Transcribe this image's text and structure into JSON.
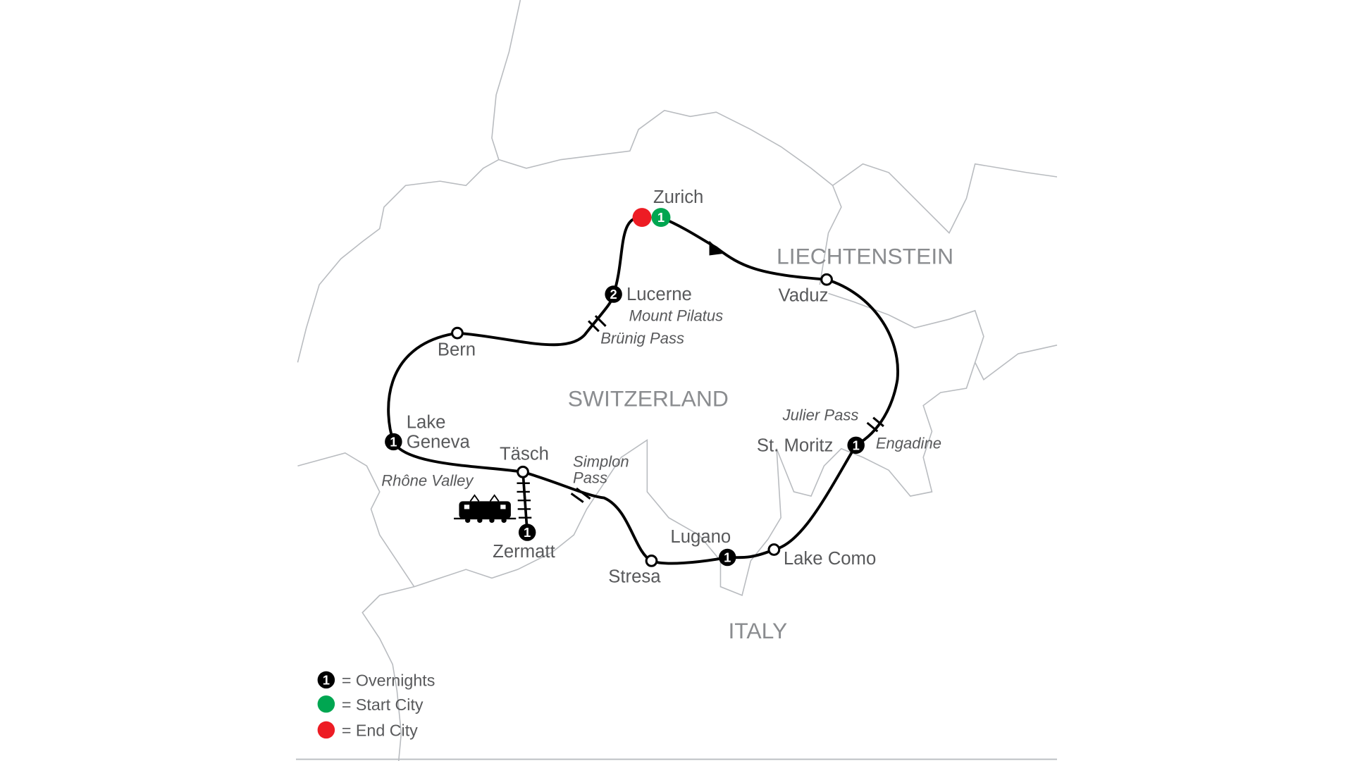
{
  "countries": {
    "switzerland": "SWITZERLAND",
    "liechtenstein": "LIECHTENSTEIN",
    "italy": "ITALY"
  },
  "cities": {
    "zurich": "Zurich",
    "lucerne": "Lucerne",
    "vaduz": "Vaduz",
    "bern": "Bern",
    "lake_geneva_1": "Lake",
    "lake_geneva_2": "Geneva",
    "tasch": "Täsch",
    "zermatt": "Zermatt",
    "st_moritz": "St. Moritz",
    "lugano": "Lugano",
    "lake_como": "Lake Como",
    "stresa": "Stresa"
  },
  "places": {
    "mount_pilatus": "Mount Pilatus",
    "brunig_pass": "Brünig Pass",
    "julier_pass": "Julier Pass",
    "engadine": "Engadine",
    "simplon_1": "Simplon",
    "simplon_2": "Pass",
    "rhone_valley": "Rhône Valley"
  },
  "overnights": {
    "zurich": "1",
    "lucerne": "2",
    "lake_geneva": "1",
    "zermatt": "1",
    "st_moritz": "1",
    "lugano": "1"
  },
  "legend": {
    "overnights": "= Overnights",
    "overnights_num": "1",
    "start": "= Start City",
    "end": "= End City"
  },
  "colors": {
    "start": "#00a651",
    "end": "#ed1c24",
    "route": "#000000"
  }
}
